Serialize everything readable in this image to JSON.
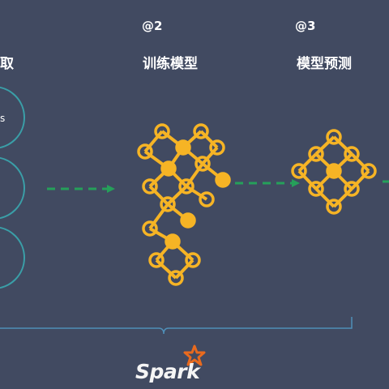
{
  "steps": [
    {
      "num": "",
      "title": "取"
    },
    {
      "num": "@2",
      "title": "训练模型"
    },
    {
      "num": "@3",
      "title": "模型预测"
    }
  ],
  "left_circles": [
    {
      "label": "s"
    },
    {
      "label": ""
    },
    {
      "label": ""
    }
  ],
  "brand": {
    "name": "Spark"
  },
  "colors": {
    "background": "#414a61",
    "node": "#f6b425",
    "arrow": "#25a05a",
    "circle_outline": "#3a9fa8",
    "bracket": "#4f8fb8"
  }
}
